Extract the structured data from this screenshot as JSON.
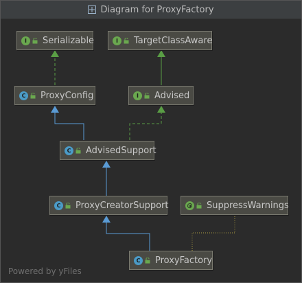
{
  "window": {
    "title": "Diagram for ProxyFactory"
  },
  "nodes": {
    "serializable": {
      "label": "Serializable",
      "badge": "I"
    },
    "target_class_aware": {
      "label": "TargetClassAware",
      "badge": "I"
    },
    "proxy_config": {
      "label": "ProxyConfig",
      "badge": "C"
    },
    "advised": {
      "label": "Advised",
      "badge": "I"
    },
    "advised_support": {
      "label": "AdvisedSupport",
      "badge": "C"
    },
    "proxy_creator_support": {
      "label": "ProxyCreatorSupport",
      "badge": "C"
    },
    "suppress_warnings": {
      "label": "SuppressWarnings",
      "badge": "@"
    },
    "proxy_factory": {
      "label": "ProxyFactory",
      "badge": "C"
    }
  },
  "footer": {
    "text": "Powered by yFiles"
  },
  "colors": {
    "implements_edge": "#5a9e45",
    "extends_edge": "#5a9bd5",
    "annotation_edge": "#b0a040"
  },
  "icons": {
    "title": "diagram-icon",
    "interface_badge": "interface-icon",
    "class_badge": "class-icon",
    "annotation_badge": "annotation-icon",
    "visibility": "public-lock-icon"
  }
}
